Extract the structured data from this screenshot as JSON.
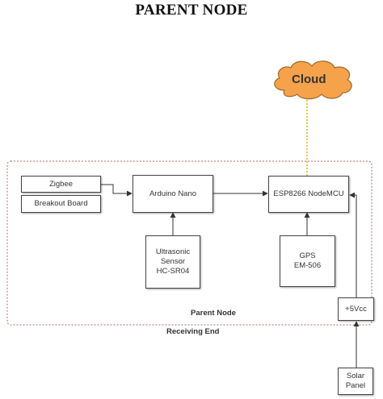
{
  "title": "PARENT NODE",
  "cloud": {
    "label": "Cloud"
  },
  "blocks": {
    "zigbee": "Zigbee",
    "breakout_board": "Breakout Board",
    "arduino_nano": "Arduino Nano",
    "esp8266": "ESP8266 NodeMCU",
    "ultrasonic": "Ultrasonic\nSensor\nHC-SR04",
    "gps": "GPS\nEM-506",
    "vcc": "+5Vcc",
    "solar": "Solar\nPanel"
  },
  "labels": {
    "parent_node": "Parent Node",
    "receiving_end": "Receiving End"
  },
  "colors": {
    "cloud_fill": "#f6a24b",
    "uplink_line": "#f3c24d",
    "boundary": "#b06868"
  }
}
